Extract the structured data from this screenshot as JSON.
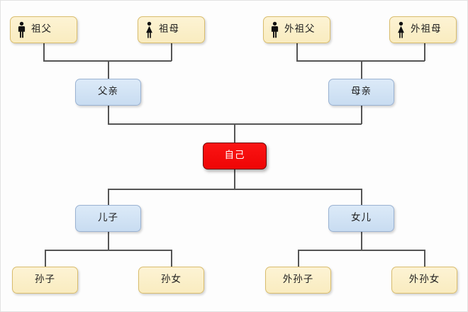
{
  "diagram": {
    "title": "family-relationship-tree",
    "colors": {
      "cream_fill": "#f9ecc0",
      "cream_border": "#d9bd6d",
      "blue_fill": "#c8dcf1",
      "blue_border": "#9ab2d2",
      "red_fill": "#ee0505",
      "red_border": "#6e0808",
      "connector": "#555555",
      "canvas": "#fdfdfd"
    },
    "generations": [
      {
        "name": "grandparents",
        "nodes": [
          {
            "id": "paternal-grandfather",
            "label": "祖父",
            "icon": "male-person-icon",
            "style": "cream"
          },
          {
            "id": "paternal-grandmother",
            "label": "祖母",
            "icon": "female-person-icon",
            "style": "cream"
          },
          {
            "id": "maternal-grandfather",
            "label": "外祖父",
            "icon": "male-person-icon",
            "style": "cream"
          },
          {
            "id": "maternal-grandmother",
            "label": "外祖母",
            "icon": "female-person-icon",
            "style": "cream"
          }
        ]
      },
      {
        "name": "parents",
        "nodes": [
          {
            "id": "father",
            "label": "父亲",
            "icon": null,
            "style": "blue"
          },
          {
            "id": "mother",
            "label": "母亲",
            "icon": null,
            "style": "blue"
          }
        ]
      },
      {
        "name": "self",
        "nodes": [
          {
            "id": "self",
            "label": "自己",
            "icon": null,
            "style": "red"
          }
        ]
      },
      {
        "name": "children",
        "nodes": [
          {
            "id": "son",
            "label": "儿子",
            "icon": null,
            "style": "blue"
          },
          {
            "id": "daughter",
            "label": "女儿",
            "icon": null,
            "style": "blue"
          }
        ]
      },
      {
        "name": "grandchildren",
        "nodes": [
          {
            "id": "grandson",
            "label": "孙子",
            "icon": null,
            "style": "cream"
          },
          {
            "id": "granddaughter",
            "label": "孙女",
            "icon": null,
            "style": "cream"
          },
          {
            "id": "ext-grandson",
            "label": "外孙子",
            "icon": null,
            "style": "cream"
          },
          {
            "id": "ext-granddaughter",
            "label": "外孙女",
            "icon": null,
            "style": "cream"
          }
        ]
      }
    ]
  }
}
